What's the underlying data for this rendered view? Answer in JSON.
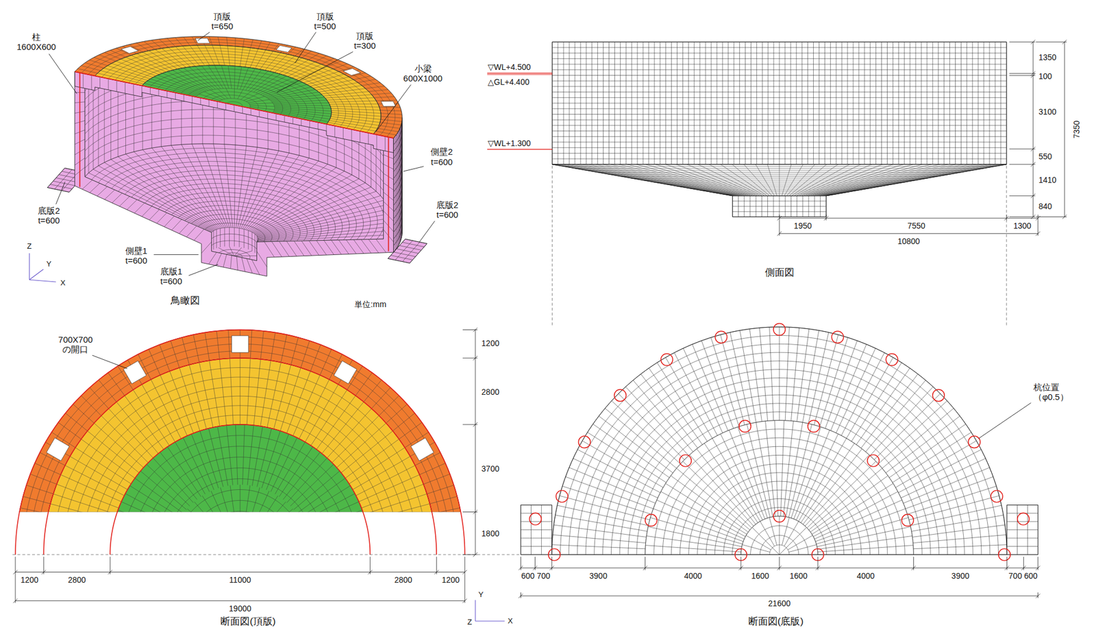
{
  "diagram": {
    "labels": [
      "柱 1600X600",
      "頂版 t=650",
      "頂版 t=500",
      "頂版 t=300",
      "小梁 600X1000",
      "側壁2 t=600",
      "底版2 t=600",
      "底版2 t=600",
      "側壁1 t=600",
      "底版1 t=600",
      "鳥瞰図",
      "単位:mm",
      "Z",
      "Y",
      "X",
      "▽WL+4.500",
      "△GL+4.400",
      "▽WL+1.300",
      "1350",
      "100",
      "3100",
      "550",
      "1410",
      "840",
      "7350",
      "1950",
      "7550",
      "1300",
      "10800",
      "側面図",
      "700X700 の開口",
      "1200",
      "2800",
      "3700",
      "1800",
      "1200",
      "2800",
      "11000",
      "2800",
      "1200",
      "19000",
      "断面図(頂版)",
      "Y",
      "Z",
      "X",
      "杭位置 （φ0.5）",
      "600",
      "700",
      "3900",
      "4000",
      "1600",
      "1600",
      "4000",
      "3900",
      "700",
      "600",
      "21600",
      "断面図(底版)"
    ]
  }
}
